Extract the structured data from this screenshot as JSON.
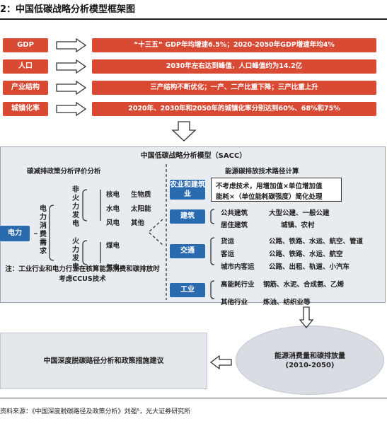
{
  "figure_title": "2：中国低碳战略分析模型框架图",
  "top_rows": [
    {
      "label": "GDP",
      "text": "“十三五” GDP年均增速6.5%；2020-2050年GDP增速年均4%"
    },
    {
      "label": "人口",
      "text": "2030年左右达到峰值，人口峰值约为14.2亿"
    },
    {
      "label": "产业结构",
      "text": "三产结构不断优化；一产、二产比重下降；三产比重上升"
    },
    {
      "label": "城镇化率",
      "text": "2020年、2030年和2050年的城镇化率分别达到60%、68%和75%"
    }
  ],
  "sacc": {
    "title": "中国低碳战略分析模型（SACC）",
    "left_title": "碳减排政策分析评价分析",
    "right_title": "能源碳排放技术路径计算",
    "power": "电力",
    "demand": "电力消费需求",
    "nonfossil": "非火力发电",
    "fossil": "火力发电",
    "nonfossil_items": [
      "核电",
      "生物质",
      "水电",
      "太阳能",
      "风电",
      "其他"
    ],
    "fossil_items": [
      "煤电",
      "气电"
    ],
    "note": "注：工业行业和电力行业在核算能源消费和碳排放时考虑CCUS技术",
    "agri_label": "农业和建筑业",
    "agri_text": [
      "不考虑技术，用增加值×单位增加值",
      "能耗×（单位能耗碳强度）简化处理"
    ],
    "building_label": "建筑",
    "building_rows": [
      {
        "name": "公共建筑",
        "detail": "大型公建、一般公建"
      },
      {
        "name": "居住建筑",
        "detail": "城镇、农村"
      }
    ],
    "transport_label": "交通",
    "transport_rows": [
      {
        "name": "货运",
        "detail": "公路、铁路、水运、航空、管道"
      },
      {
        "name": "客运",
        "detail": "公路、铁路、水运、航空"
      },
      {
        "name": "城市内客运",
        "detail": "公路、出租、轨道、小汽车"
      }
    ],
    "industry_label": "工业",
    "industry_rows": [
      {
        "name": "高能耗行业",
        "detail": "钢筋、水泥、合成氨、乙烯"
      },
      {
        "name": "其他行业",
        "detail": "炼油、纺织业等"
      }
    ]
  },
  "bottom": {
    "policy": "中国深度脱碳路径分析和政策措施建议",
    "energy": [
      "能源消费量和碳排放量",
      "(2010-2050)"
    ]
  },
  "source": "资料来源：《中国深度脱碳路径及政策分析》刘强⁵，光大证券研究所",
  "colors": {
    "red": "#d84a34",
    "blue": "#2a6bb0",
    "panel": "#e8ebef"
  }
}
